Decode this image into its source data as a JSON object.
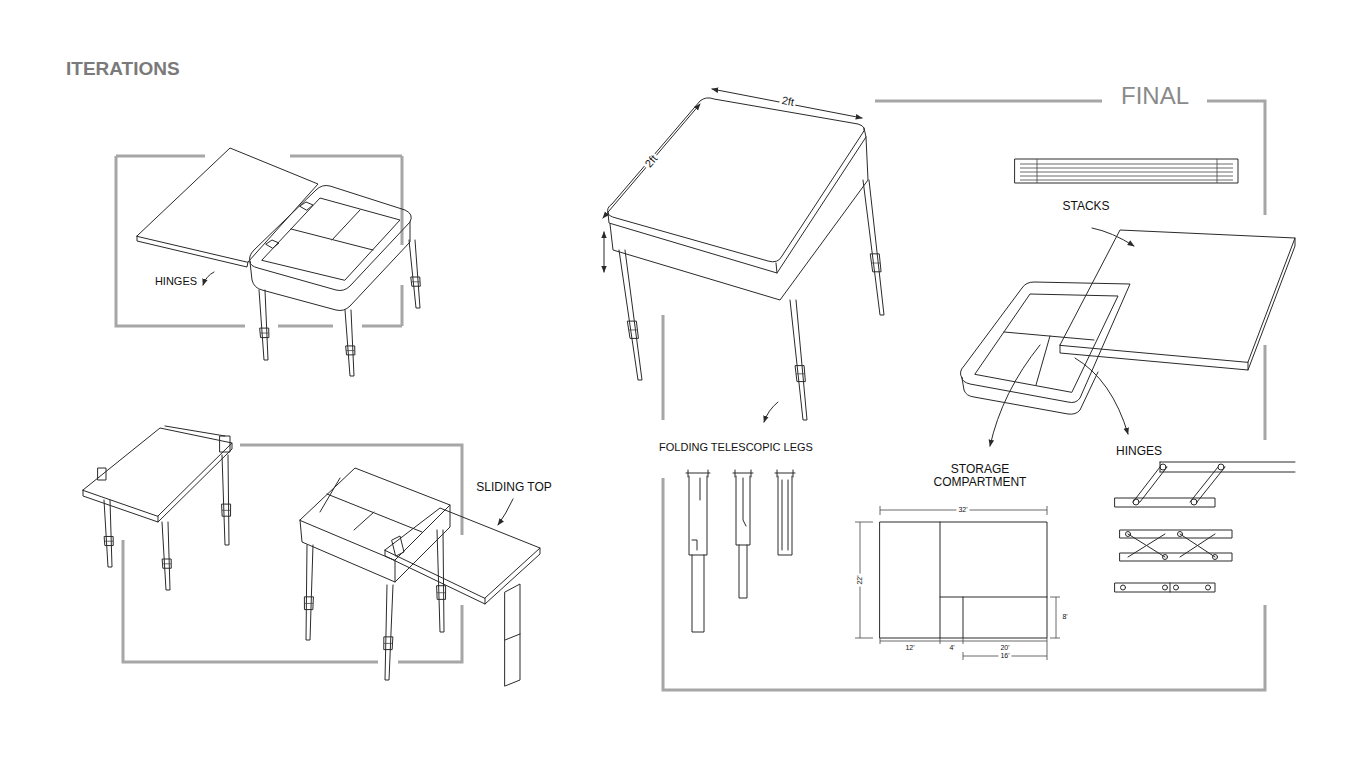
{
  "diagram": {
    "title": "ITERATIONS",
    "labels": [
      "HINGES",
      "SLIDING TOP",
      "2ft",
      "2ft",
      "FINAL",
      "STACKS",
      "FOLDING TELESCOPIC LEGS",
      "STORAGE COMPARTMENT",
      "HINGES",
      "32'",
      "22'",
      "12'",
      "4'",
      "20'",
      "16'",
      "8'"
    ]
  }
}
